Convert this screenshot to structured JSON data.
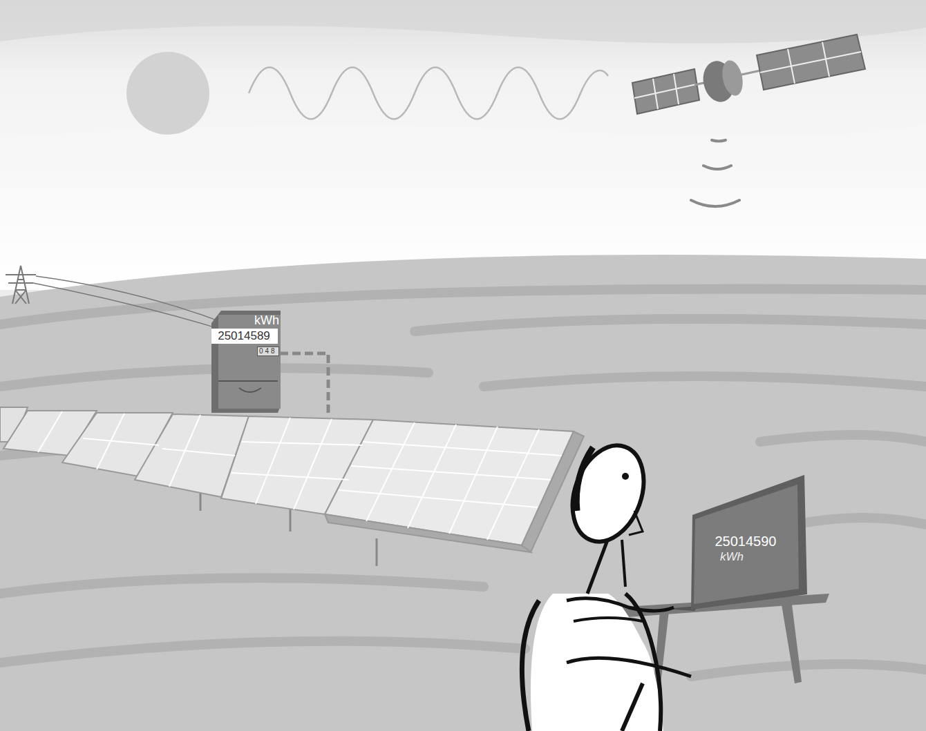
{
  "diagram": {
    "nodes": [
      {
        "text": [
          "kWh",
          "25014589",
          "048"
        ]
      },
      {
        "text": [
          "25014590",
          "kWh"
        ]
      }
    ]
  }
}
